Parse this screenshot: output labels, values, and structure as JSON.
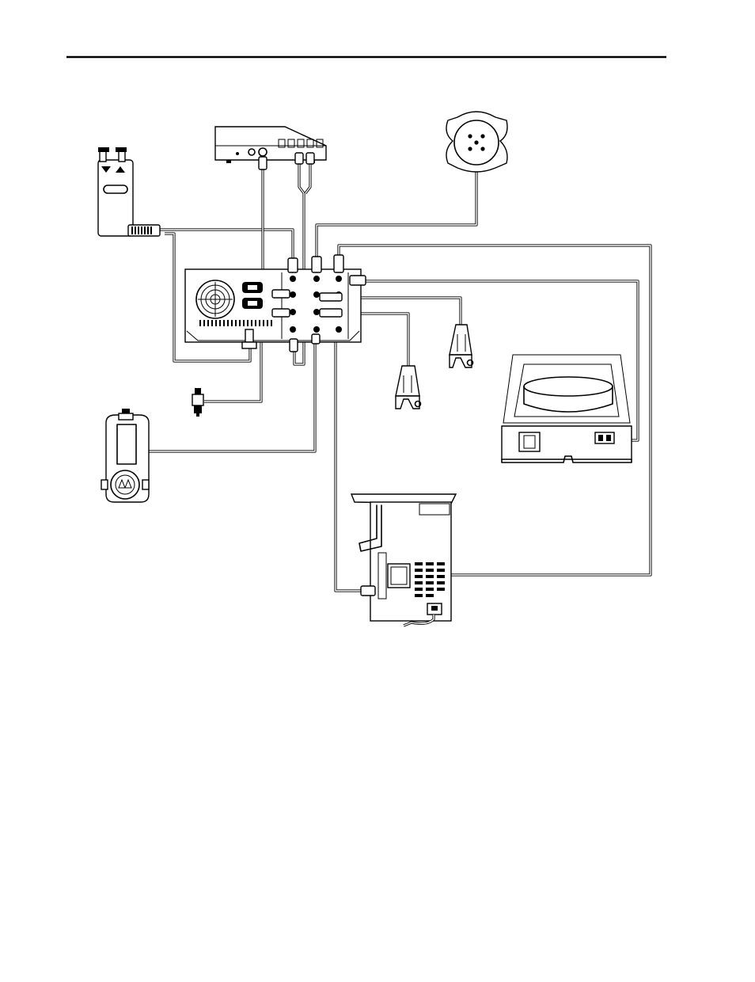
{
  "diagram": {
    "components": [
      {
        "id": "main-unit",
        "icon": "system-rear-panel-icon"
      },
      {
        "id": "video-device",
        "icon": "video-device-icon"
      },
      {
        "id": "footswitch",
        "icon": "footswitch-icon"
      },
      {
        "id": "vent-speaker",
        "icon": "round-speaker-icon"
      },
      {
        "id": "handswitch-probe-left",
        "icon": "probe-holder-icon"
      },
      {
        "id": "handswitch-probe-right",
        "icon": "probe-holder-icon"
      },
      {
        "id": "printer",
        "icon": "printer-icon"
      },
      {
        "id": "covered-unit",
        "icon": "covered-device-icon"
      },
      {
        "id": "camera-head",
        "icon": "camera-head-icon"
      },
      {
        "id": "bnc-connector",
        "icon": "bnc-connector-icon"
      }
    ],
    "colors": {
      "line": "#000000",
      "background": "#ffffff"
    }
  }
}
